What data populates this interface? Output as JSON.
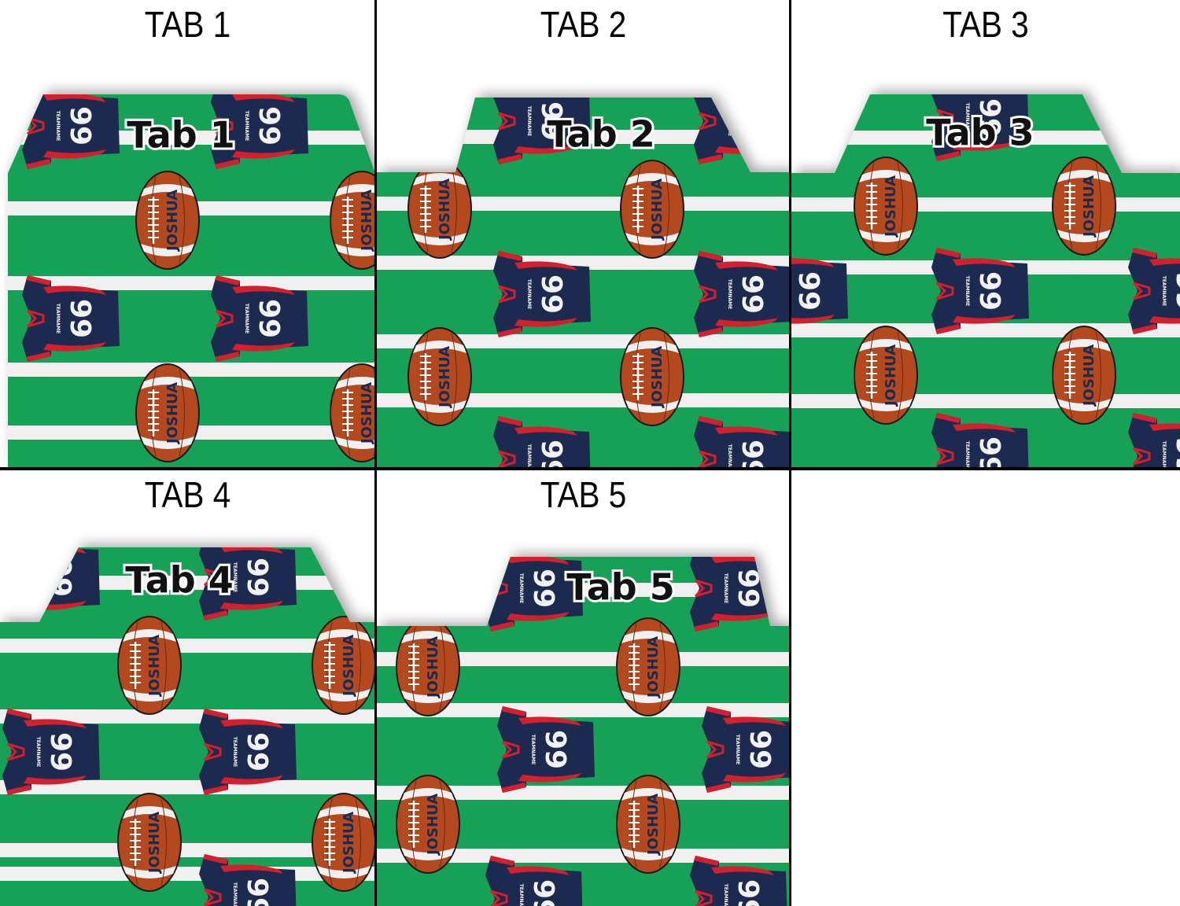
{
  "cells": [
    {
      "title": "TAB 1",
      "tab_label": "Tab 1",
      "tab_position": "left"
    },
    {
      "title": "TAB 2",
      "tab_label": "Tab 2",
      "tab_position": "center-left"
    },
    {
      "title": "TAB 3",
      "tab_label": "Tab 3",
      "tab_position": "center"
    },
    {
      "title": "TAB 4",
      "tab_label": "Tab 4",
      "tab_position": "center-right"
    },
    {
      "title": "TAB 5",
      "tab_label": "Tab 5",
      "tab_position": "right"
    }
  ],
  "pattern": {
    "football_name": "JOSHUA",
    "jersey_number": "99",
    "jersey_team": "TEAMNAME"
  },
  "colors": {
    "field_green": "#17a156",
    "yard_line": "#f0f0f0",
    "jersey_navy": "#1b2a4e",
    "jersey_red": "#d3202e",
    "football_brown": "#b4491f",
    "border": "#000000"
  }
}
